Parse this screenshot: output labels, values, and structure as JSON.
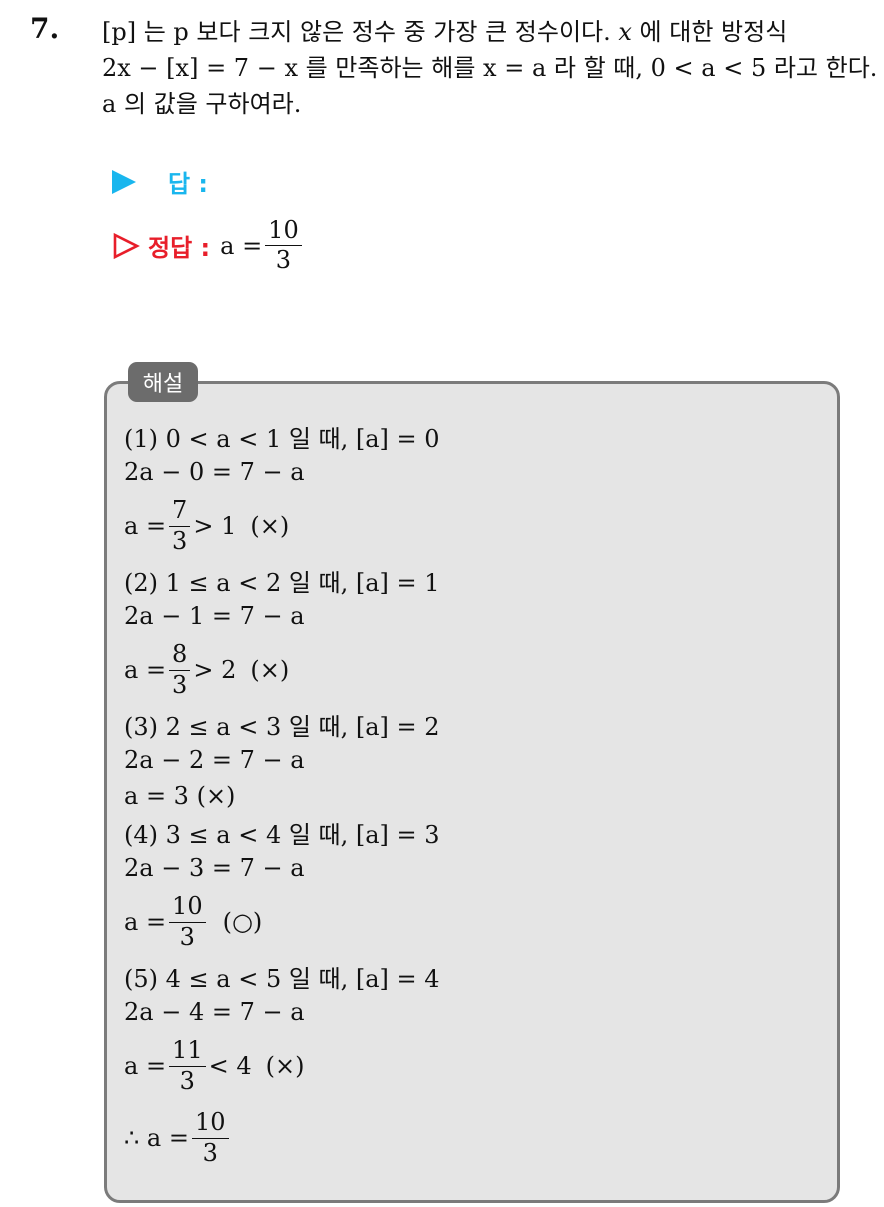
{
  "question": {
    "number": "7.",
    "line1_a": "[p] 는 p 보다 크지 않은 정수 중 가장 큰 정수이다. ",
    "line1_b": "x",
    "line1_c": " 에 대한 방정식",
    "line2": "2x − [x] = 7 − x 를 만족하는 해를 x = a 라 할 때, 0 < a < 5 라고 한다.",
    "line3": "a 의 값을 구하여라."
  },
  "answer": {
    "label": "답 :"
  },
  "correct": {
    "label": "정답 :",
    "prefix": "a =",
    "num": "10",
    "den": "3"
  },
  "solution": {
    "tab": "해설",
    "lines": [
      {
        "kind": "text",
        "text": "(1) 0 < a < 1 일 때, [a] = 0"
      },
      {
        "kind": "text",
        "text": "2a − 0 = 7 − a"
      },
      {
        "kind": "frac",
        "pre": "a =",
        "num": "7",
        "den": "3",
        "post": "> 1",
        "mark": "(×)"
      },
      {
        "kind": "text",
        "text": "(2) 1 ≤ a < 2 일 때, [a] = 1"
      },
      {
        "kind": "text",
        "text": "2a − 1 = 7 − a"
      },
      {
        "kind": "frac",
        "pre": "a =",
        "num": "8",
        "den": "3",
        "post": "> 2",
        "mark": "(×)"
      },
      {
        "kind": "text",
        "text": "(3) 2 ≤ a < 3 일 때, [a] = 2"
      },
      {
        "kind": "text",
        "text": "2a − 2 = 7 − a"
      },
      {
        "kind": "text",
        "text": "a = 3   (×)"
      },
      {
        "kind": "text",
        "text": "(4) 3 ≤ a < 4 일 때, [a] = 3"
      },
      {
        "kind": "text",
        "text": "2a − 3 = 7 − a"
      },
      {
        "kind": "frac",
        "pre": "a =",
        "num": "10",
        "den": "3",
        "post": "",
        "mark": "(○)"
      },
      {
        "kind": "text",
        "text": "(5) 4 ≤ a < 5 일 때, [a] = 4"
      },
      {
        "kind": "text",
        "text": "2a − 4 = 7 − a"
      },
      {
        "kind": "frac",
        "pre": "a =",
        "num": "11",
        "den": "3",
        "post": "< 4",
        "mark": "(×)"
      },
      {
        "kind": "frac",
        "pre": "∴ a =",
        "num": "10",
        "den": "3",
        "post": "",
        "mark": ""
      }
    ]
  }
}
